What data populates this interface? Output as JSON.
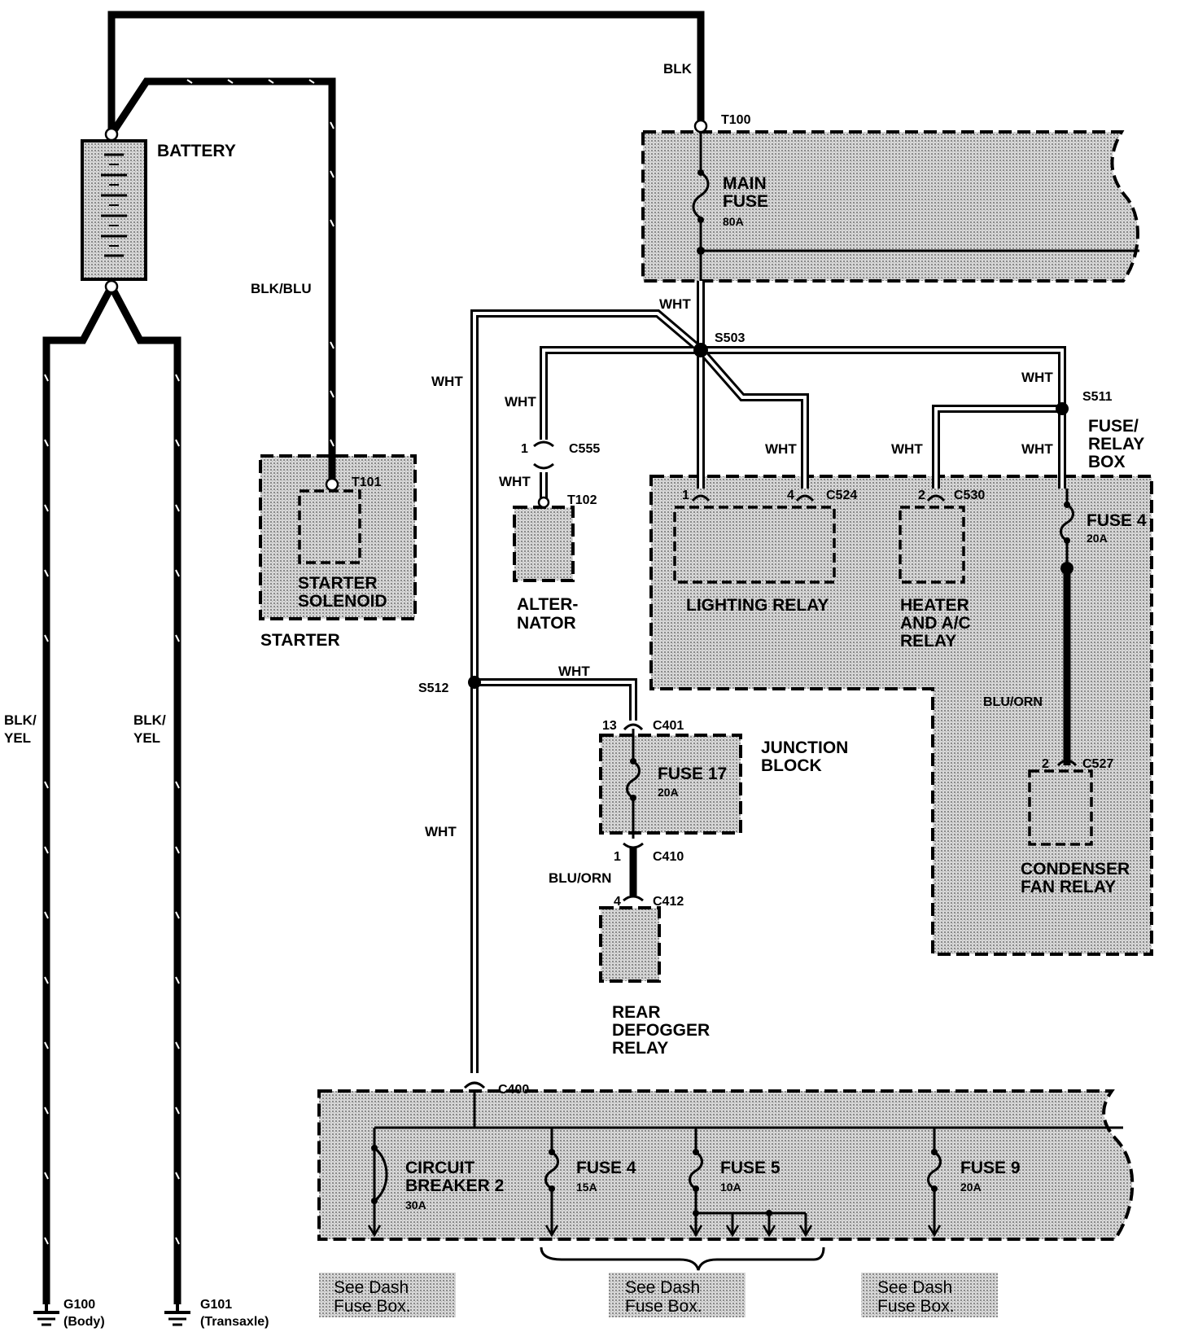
{
  "components": {
    "battery": "BATTERY",
    "starter": "STARTER",
    "starter_solenoid": [
      "STARTER",
      "SOLENOID"
    ],
    "alternator": [
      "ALTER-",
      "NATOR"
    ],
    "main_fuse": [
      "MAIN",
      "FUSE"
    ],
    "main_fuse_rating": "80A",
    "fuse_relay_box": [
      "FUSE/",
      "RELAY",
      "BOX"
    ],
    "lighting_relay": "LIGHTING RELAY",
    "heater_ac_relay": [
      "HEATER",
      "AND A/C",
      "RELAY"
    ],
    "fuse4_box": "FUSE 4",
    "fuse4_box_rating": "20A",
    "condenser_fan_relay": [
      "CONDENSER",
      "FAN RELAY"
    ],
    "junction_block": [
      "JUNCTION",
      "BLOCK"
    ],
    "fuse17": "FUSE 17",
    "fuse17_rating": "20A",
    "rear_defogger_relay": [
      "REAR",
      "DEFOGGER",
      "RELAY"
    ],
    "circuit_breaker2": [
      "CIRCUIT",
      "BREAKER 2"
    ],
    "circuit_breaker2_rating": "30A",
    "fuse4_dash": "FUSE 4",
    "fuse4_dash_rating": "15A",
    "fuse5_dash": "FUSE 5",
    "fuse5_dash_rating": "10A",
    "fuse9_dash": "FUSE 9",
    "fuse9_dash_rating": "20A"
  },
  "wires": {
    "blk": "BLK",
    "blk_blu": "BLK/BLU",
    "blk_yel_left": [
      "BLK/",
      "YEL"
    ],
    "blk_yel_right": [
      "BLK/",
      "YEL"
    ],
    "wht_main": "WHT",
    "wht_left": "WHT",
    "wht_alt_upper": "WHT",
    "wht_alt_lower": "WHT",
    "wht_lighting": "WHT",
    "wht_heater": "WHT",
    "wht_s511_top": "WHT",
    "wht_s511_bottom": "WHT",
    "wht_s512": "WHT",
    "wht_lower": "WHT",
    "blu_orn_right": "BLU/ORN",
    "blu_orn_junction": "BLU/ORN"
  },
  "connectors": {
    "t100": "T100",
    "t101": "T101",
    "t102": "T102",
    "c555": "C555",
    "c555_pin": "1",
    "c524": "C524",
    "c524_pin1": "1",
    "c524_pin4": "4",
    "c530": "C530",
    "c530_pin": "2",
    "c527": "C527",
    "c527_pin": "2",
    "c401": "C401",
    "c401_pin": "13",
    "c410": "C410",
    "c410_pin": "1",
    "c412": "C412",
    "c412_pin": "4",
    "c400": "C400"
  },
  "splices": {
    "s503": "S503",
    "s511": "S511",
    "s512": "S512"
  },
  "grounds": {
    "g100": "G100",
    "g100_loc": "(Body)",
    "g101": "G101",
    "g101_loc": "(Transaxle)"
  },
  "notes": {
    "left": [
      "See Dash",
      "Fuse Box."
    ],
    "center": [
      "See Dash",
      "Fuse Box."
    ],
    "right": [
      "See Dash",
      "Fuse Box."
    ]
  }
}
